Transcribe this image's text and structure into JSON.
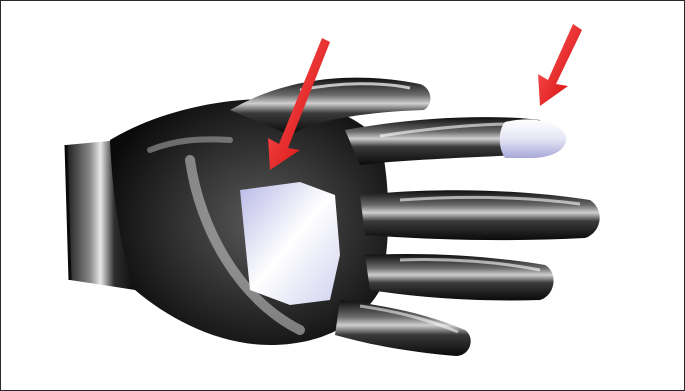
{
  "figure": {
    "subject": "3d-hand-model",
    "colors": {
      "frame_border": "#2a2a2a",
      "background": "#ffffff",
      "surface_dark": "#141414",
      "surface_mid": "#4a4a4a",
      "highlight": "#f4f4f8",
      "selection_fill": "#d8d8f0",
      "arrow": "#e01010"
    },
    "arrows": [
      {
        "name": "palm-arrow",
        "target": "palm-selected-region"
      },
      {
        "name": "fingertip-arrow",
        "target": "index-fingertip-selected-region"
      }
    ]
  }
}
